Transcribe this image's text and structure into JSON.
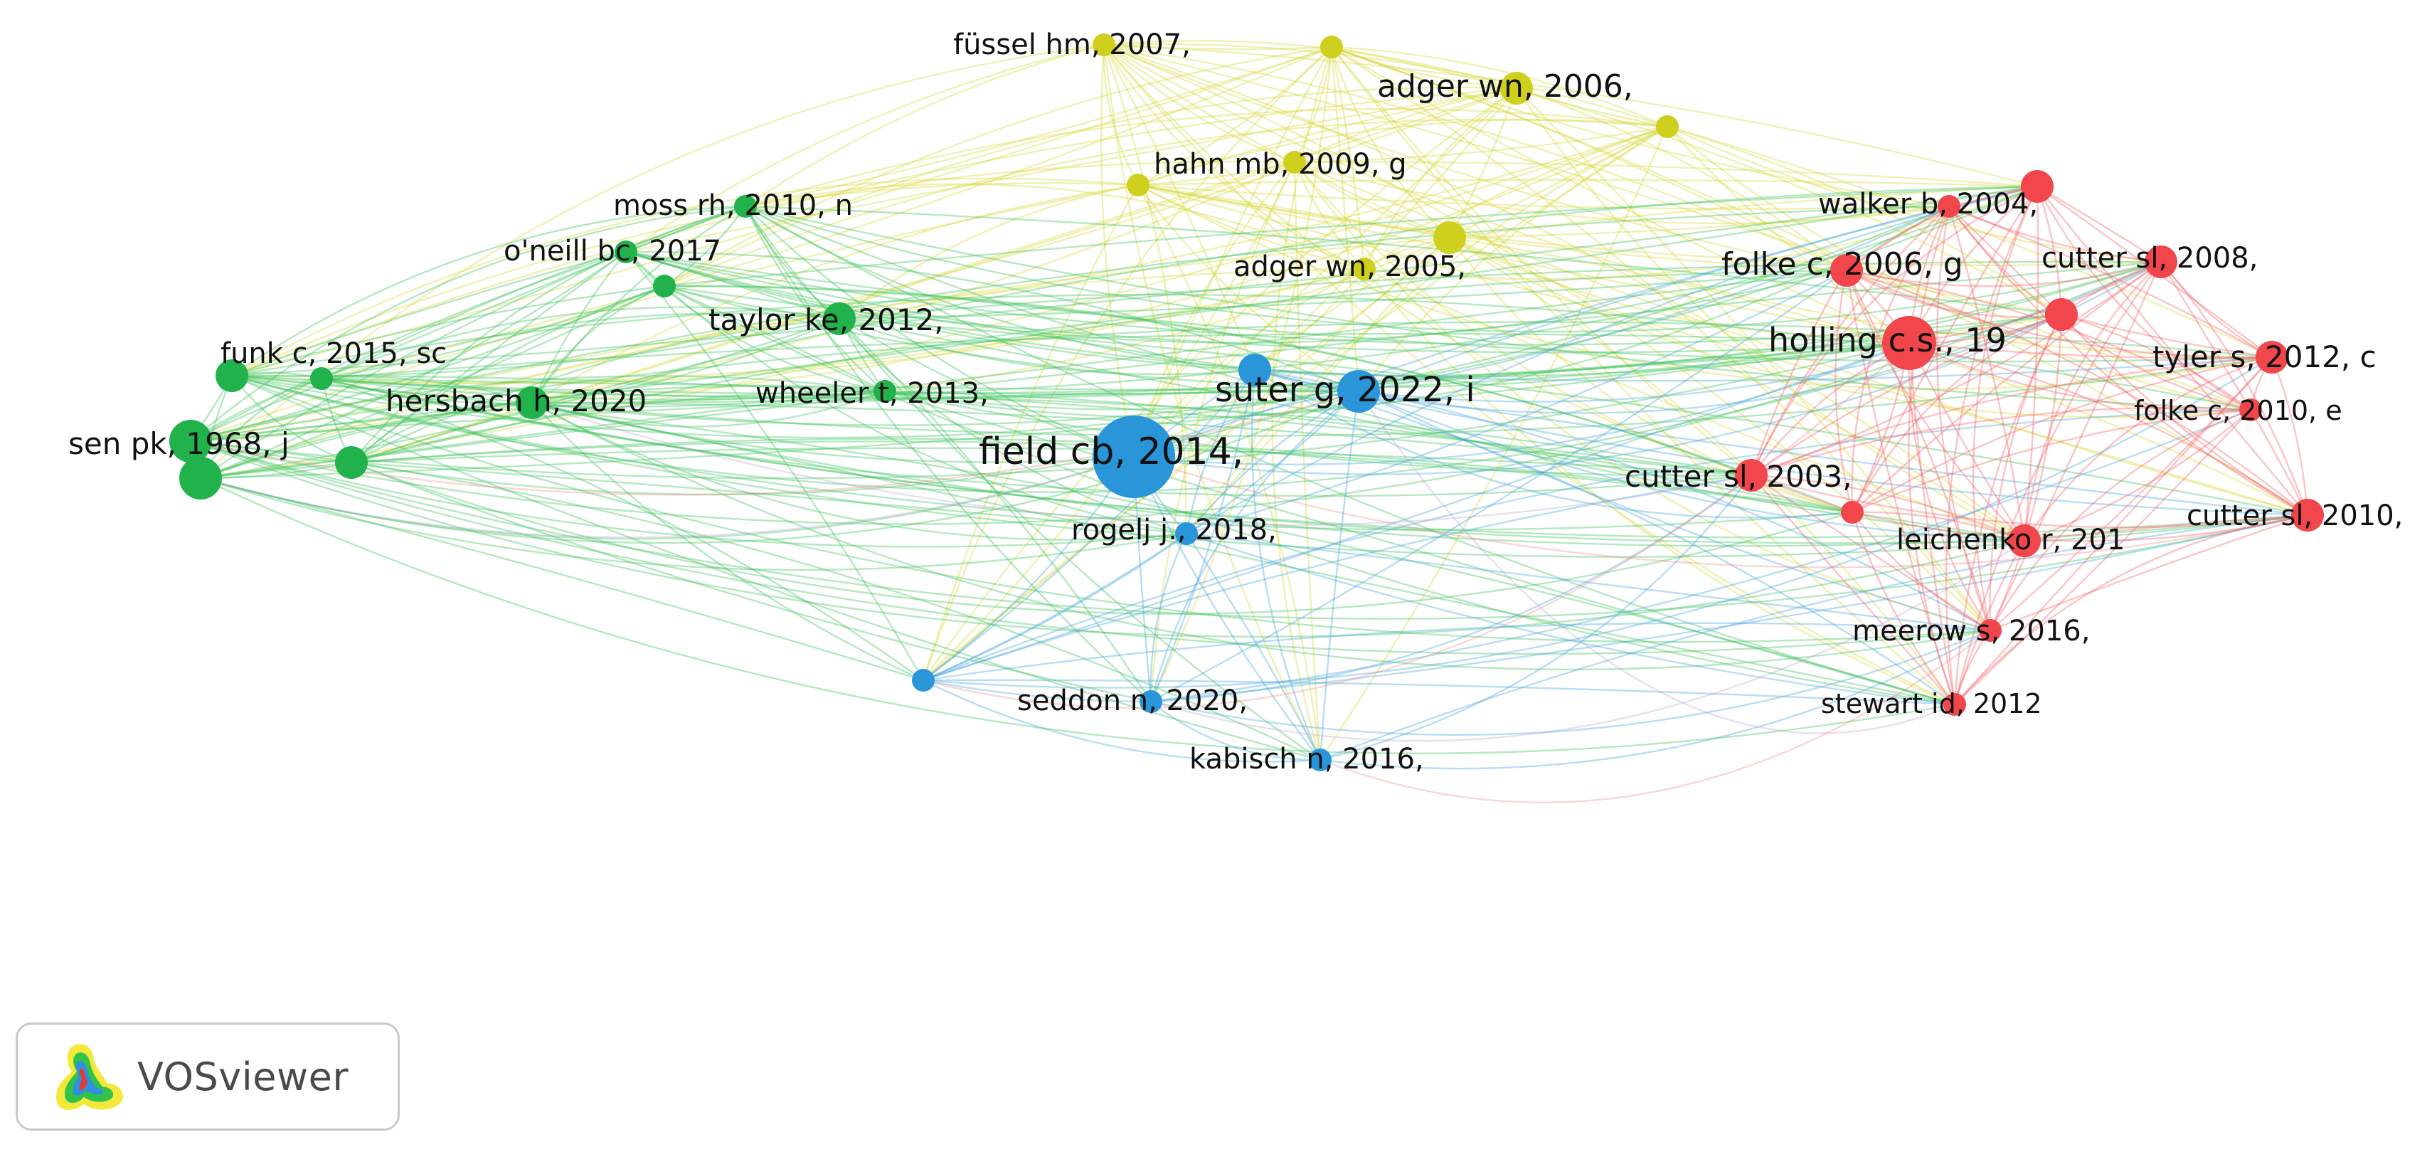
{
  "app": {
    "name": "VOSviewer"
  },
  "legend_icon": "vosviewer-logo-icon",
  "clusters": {
    "green": {
      "color": "#21b24b"
    },
    "yellow": {
      "color": "#cfcf1e"
    },
    "blue": {
      "color": "#2a95d8"
    },
    "red": {
      "color": "#f0464c"
    }
  },
  "nodes": [
    {
      "id": "fussel",
      "label": "füssel hm, 2007,",
      "cluster": "yellow",
      "weight": 1
    },
    {
      "id": "y_top",
      "label": "",
      "cluster": "yellow",
      "weight": 1
    },
    {
      "id": "adger06",
      "label": "adger wn, 2006,",
      "cluster": "yellow",
      "weight": 2
    },
    {
      "id": "y_right",
      "label": "",
      "cluster": "yellow",
      "weight": 1
    },
    {
      "id": "hahn",
      "label": "hahn mb, 2009, g",
      "cluster": "yellow",
      "weight": 1
    },
    {
      "id": "y_left",
      "label": "",
      "cluster": "yellow",
      "weight": 1
    },
    {
      "id": "adger05",
      "label": "adger wn, 2005,",
      "cluster": "yellow",
      "weight": 1
    },
    {
      "id": "y_mid",
      "label": "",
      "cluster": "yellow",
      "weight": 2
    },
    {
      "id": "moss",
      "label": "moss rh, 2010, n",
      "cluster": "green",
      "weight": 1
    },
    {
      "id": "oneill",
      "label": "o'neill bc, 2017",
      "cluster": "green",
      "weight": 1
    },
    {
      "id": "g_mid",
      "label": "",
      "cluster": "green",
      "weight": 1
    },
    {
      "id": "taylor",
      "label": "taylor ke, 2012,",
      "cluster": "green",
      "weight": 2
    },
    {
      "id": "funk",
      "label": "funk c, 2015, sc",
      "cluster": "green",
      "weight": 2
    },
    {
      "id": "g_far",
      "label": "",
      "cluster": "green",
      "weight": 1
    },
    {
      "id": "hersbach",
      "label": "hersbach h, 2020",
      "cluster": "green",
      "weight": 2
    },
    {
      "id": "wheeler",
      "label": "wheeler t, 2013,",
      "cluster": "green",
      "weight": 1
    },
    {
      "id": "sen",
      "label": "sen pk, 1968, j",
      "cluster": "green",
      "weight": 3
    },
    {
      "id": "g_low",
      "label": "",
      "cluster": "green",
      "weight": 2
    },
    {
      "id": "g_sen2",
      "label": "",
      "cluster": "green",
      "weight": 3
    },
    {
      "id": "field",
      "label": "field cb, 2014,",
      "cluster": "blue",
      "weight": 6
    },
    {
      "id": "suter",
      "label": "suter g, 2022, i",
      "cluster": "blue",
      "weight": 3
    },
    {
      "id": "b_up",
      "label": "",
      "cluster": "blue",
      "weight": 2
    },
    {
      "id": "rogelj",
      "label": "rogelj j., 2018,",
      "cluster": "blue",
      "weight": 1
    },
    {
      "id": "b_left",
      "label": "",
      "cluster": "blue",
      "weight": 1
    },
    {
      "id": "seddon",
      "label": "seddon n, 2020,",
      "cluster": "blue",
      "weight": 1
    },
    {
      "id": "kabisch",
      "label": "kabisch n, 2016,",
      "cluster": "blue",
      "weight": 1
    },
    {
      "id": "walker",
      "label": "walker b, 2004,",
      "cluster": "red",
      "weight": 1
    },
    {
      "id": "r_top",
      "label": "",
      "cluster": "red",
      "weight": 2
    },
    {
      "id": "folke06",
      "label": "folke c, 2006, g",
      "cluster": "red",
      "weight": 2
    },
    {
      "id": "cutter08",
      "label": "cutter sl, 2008,",
      "cluster": "red",
      "weight": 2
    },
    {
      "id": "holling",
      "label": "holling c.s., 19",
      "cluster": "red",
      "weight": 4
    },
    {
      "id": "r_mid",
      "label": "",
      "cluster": "red",
      "weight": 2
    },
    {
      "id": "tyler",
      "label": "tyler s, 2012, c",
      "cluster": "red",
      "weight": 2
    },
    {
      "id": "folke10",
      "label": "folke c, 2010, e",
      "cluster": "red",
      "weight": 1
    },
    {
      "id": "cutter03",
      "label": "cutter sl, 2003,",
      "cluster": "red",
      "weight": 2
    },
    {
      "id": "r_small",
      "label": "",
      "cluster": "red",
      "weight": 1
    },
    {
      "id": "leichenko",
      "label": "leichenko r, 201",
      "cluster": "red",
      "weight": 2
    },
    {
      "id": "cutter10",
      "label": "cutter sl, 2010,",
      "cluster": "red",
      "weight": 2
    },
    {
      "id": "meerow",
      "label": "meerow s, 2016,",
      "cluster": "red",
      "weight": 1
    },
    {
      "id": "stewart",
      "label": "stewart id, 2012",
      "cluster": "red",
      "weight": 1
    }
  ]
}
